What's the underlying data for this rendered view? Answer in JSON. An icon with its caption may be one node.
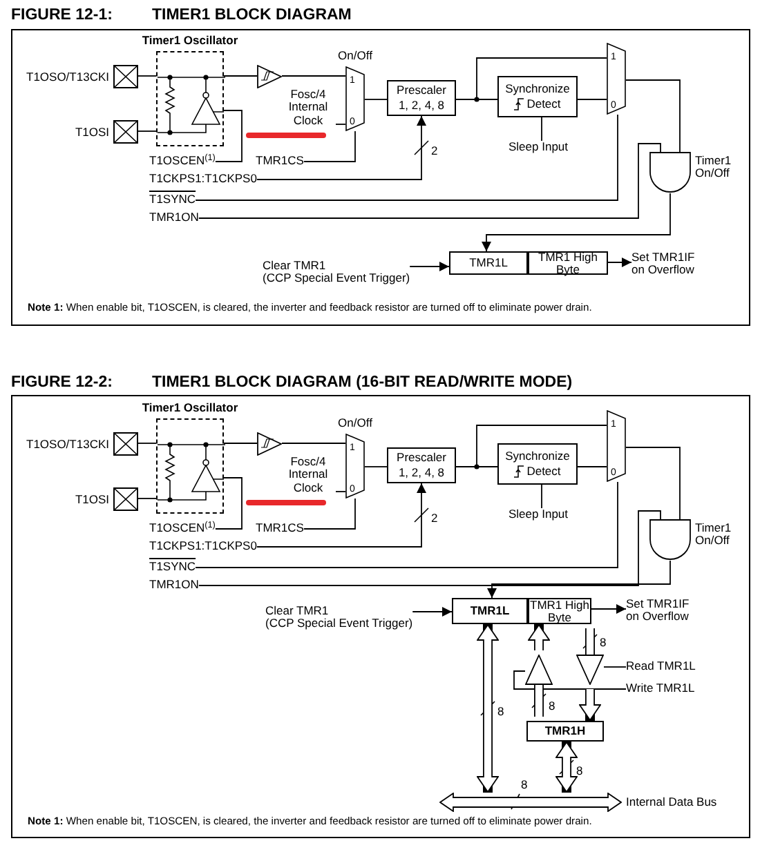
{
  "diagram": {
    "nodes": [
      {
        "text": [
          "Timer1 Oscillator"
        ]
      },
      {
        "text": [],
        "shape": "box",
        "beside": [
          "T1OSO/T13CKI"
        ]
      },
      {
        "text": [],
        "shape": "box",
        "beside": [
          "T1OSI"
        ]
      },
      {
        "text": [],
        "shape": "triangle"
      },
      {
        "text": [
          "1",
          "0"
        ],
        "beside": [
          "On/Off"
        ]
      },
      {
        "text": [
          "Fosc/4 Internal Clock"
        ]
      },
      {
        "text": [
          "T1OSCEN$^{(1)}$"
        ]
      },
      {
        "text": [
          "TMR1CS"
        ]
      },
      {
        "text": [
          "T1CKPS1:T1CKPS0"
        ]
      },
      {
        "text": [
          "Prescaler",
          "1, 2, 4, 8"
        ]
      },
      {
        "text": [
          "Synchronize",
          "Detect"
        ]
      },
      {
        "text": [
          "Sleep Input"
        ]
      },
      {
        "text": [
          "1",
          "0"
        ]
      },
      {
        "text": [
          "T1SYNC"
        ]
      },
      {
        "text": [
          "TMR1ON"
        ]
      },
      {
        "text": [],
        "shape": "gate",
        "beside": [
          "Timer1 On/Off"
        ]
      },
      {
        "text": [
          "TMR1L"
        ]
      },
      {
        "text": [
          "TMR1 High Byte"
        ]
      },
      {
        "text": [
          "Clear TMR1",
          "(CCP Special Event Trigger)"
        ]
      },
      {
        "text": [
          "Set TMR1IF on Overflow"
        ]
      },
      {
        "text": [
          "Timer1 Oscillator"
        ]
      },
      {
        "text": [],
        "shape": "box",
        "beside": [
          "T1OSO/T13CKI"
        ]
      },
      {
        "text": [],
        "shape": "box",
        "beside": [
          "T1OSI"
        ]
      },
      {
        "text": [],
        "shape": "triangle"
      },
      {
        "text": [
          "1",
          "0"
        ],
        "beside": [
          "On/Off"
        ]
      },
      {
        "text": [
          "Fosc/4 Internal Clock"
        ]
      },
      {
        "text": [
          "T1OSCEN$^{(1)}$"
        ]
      },
      {
        "text": [
          "TMR1CS"
        ]
      },
      {
        "text": [
          "T1CKPS1:T1CKPS0"
        ]
      },
      {
        "text": [
          "Prescaler",
          "1, 2, 4, 8"
        ]
      },
      {
        "text": [
          "Synchronize",
          "Detect"
        ]
      },
      {
        "text": [
          "Sleep Input"
        ]
      },
      {
        "text": [
          "1",
          "0"
        ]
      },
      {
        "text": [
          "T1SYNC"
        ]
      },
      {
        "text": [
          "TMR1ON"
        ]
      },
      {
        "text": [],
        "shape": "gate",
        "beside": [
          "Timer1 On/Off"
        ]
      },
      {
        "text": [
          "TMR1L"
        ]
      },
      {
        "text": [
          "TMR1 High Byte"
        ]
      },
      {
        "text": [
          "Clear TMR1",
          "(CCP Special Event Trigger)"
        ]
      },
      {
        "text": [
          "Set TMR1IF on Overflow"
        ]
      },
      {
        "text": [
          "TMR1H"
        ]
      },
      {
        "text": [],
        "shape": "triangle"
      },
      {
        "text": [],
        "shape": "triangle"
      },
      {
        "text": [
          "Read TMR1L"
        ]
      },
      {
        "text": [
          "Write TMR1L"
        ]
      },
      {
        "text": [],
        "shape": "bar",
        "beside": [
          "8",
          "Internal Data Bus"
        ]
      }
    ],
    "edges": [
      {
        "from": 1,
        "to": 0,
        "arrow": "none"
      },
      {
        "from": 2,
        "to": 0,
        "arrow": "none"
      },
      {
        "from": 3,
        "to": 4,
        "arrow": "none"
      },
      {
        "from": 5,
        "to": 4,
        "arrow": "none"
      },
      {
        "from": 6,
        "to": 0,
        "arrow": "none"
      },
      {
        "from": 7,
        "to": 4,
        "arrow": "none"
      },
      {
        "from": 8,
        "to": 9,
        "arrow": "to",
        "label": "2"
      },
      {
        "from": 4,
        "to": 9,
        "arrow": "none"
      },
      {
        "from": 9,
        "to": 10,
        "arrow": "none"
      },
      {
        "from": 9,
        "to": 12,
        "arrow": "none"
      },
      {
        "from": 10,
        "to": 12,
        "arrow": "none"
      },
      {
        "from": 11,
        "to": 10,
        "arrow": "none"
      },
      {
        "from": 13,
        "to": 12,
        "arrow": "none"
      },
      {
        "from": 12,
        "to": 15,
        "arrow": "none"
      },
      {
        "from": 14,
        "to": 15,
        "arrow": "none"
      },
      {
        "from": 15,
        "to": 16,
        "arrow": "to"
      },
      {
        "from": 18,
        "to": 16,
        "arrow": "to"
      },
      {
        "from": 17,
        "to": 19,
        "arrow": "to"
      },
      {
        "from": 21,
        "to": 20,
        "arrow": "none"
      },
      {
        "from": 22,
        "to": 20,
        "arrow": "none"
      },
      {
        "from": 23,
        "to": 24,
        "arrow": "none"
      },
      {
        "from": 25,
        "to": 24,
        "arrow": "none"
      },
      {
        "from": 26,
        "to": 20,
        "arrow": "none"
      },
      {
        "from": 27,
        "to": 24,
        "arrow": "none"
      },
      {
        "from": 28,
        "to": 29,
        "arrow": "to",
        "label": "2"
      },
      {
        "from": 24,
        "to": 29,
        "arrow": "none"
      },
      {
        "from": 29,
        "to": 30,
        "arrow": "none"
      },
      {
        "from": 29,
        "to": 32,
        "arrow": "none"
      },
      {
        "from": 30,
        "to": 32,
        "arrow": "none"
      },
      {
        "from": 31,
        "to": 30,
        "arrow": "none"
      },
      {
        "from": 33,
        "to": 32,
        "arrow": "none"
      },
      {
        "from": 32,
        "to": 35,
        "arrow": "none"
      },
      {
        "from": 34,
        "to": 35,
        "arrow": "none"
      },
      {
        "from": 35,
        "to": 36,
        "arrow": "to"
      },
      {
        "from": 38,
        "to": 36,
        "arrow": "to"
      },
      {
        "from": 37,
        "to": 39,
        "arrow": "to"
      },
      {
        "from": 36,
        "to": 45,
        "arrow": "both",
        "label": "8",
        "style": "thick"
      },
      {
        "from": 41,
        "to": 37,
        "arrow": "to",
        "style": "thick"
      },
      {
        "from": 40,
        "to": 41,
        "arrow": "none",
        "label": "8",
        "style": "thick"
      },
      {
        "from": 37,
        "to": 42,
        "arrow": "none",
        "label": "8",
        "style": "thick"
      },
      {
        "from": 42,
        "to": 40,
        "arrow": "to",
        "style": "thick"
      },
      {
        "from": 43,
        "to": 42,
        "arrow": "none"
      },
      {
        "from": 44,
        "to": 41,
        "arrow": "none"
      },
      {
        "from": 40,
        "to": 45,
        "arrow": "both",
        "label": "8",
        "style": "thick"
      },
      {
        "from": 0,
        "to": 3,
        "arrow": "none"
      },
      {
        "from": 20,
        "to": 23,
        "arrow": "none"
      }
    ],
    "labels": [
      "FIGURE 12-1:",
      "TIMER1 BLOCK DIAGRAM",
      "**Note 1:** When enable bit, T1OSCEN, is cleared, the inverter and feedback resistor are turned off to eliminate power drain.",
      "FIGURE 12-2:",
      "TIMER1 BLOCK DIAGRAM (16-BIT READ/WRITE MODE)",
      "**Note 1:** When enable bit, T1OSCEN, is cleared, the inverter and feedback resistor are turned off to eliminate power drain."
    ]
  }
}
